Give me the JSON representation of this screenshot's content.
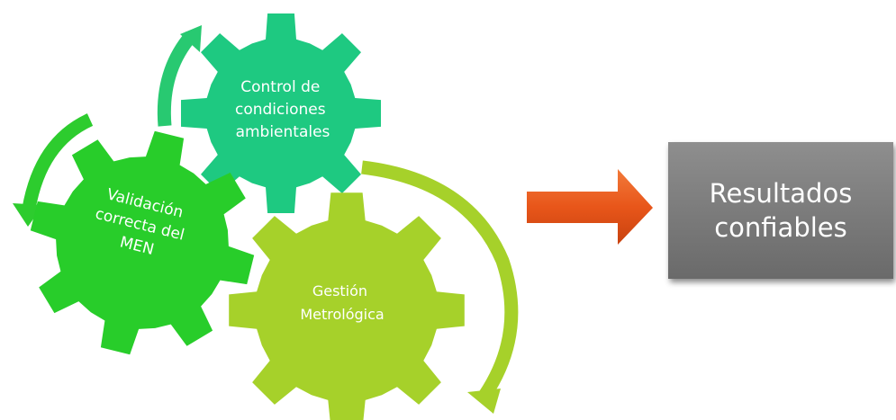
{
  "gears": [
    {
      "id": "control",
      "label_lines": [
        "Control de",
        "condiciones",
        "ambientales"
      ],
      "color": "#1ec981"
    },
    {
      "id": "validacion",
      "label_lines": [
        "Validación",
        "correcta del",
        "MEN"
      ],
      "color": "#28cd2a"
    },
    {
      "id": "gestion",
      "label_lines": [
        "Gestión",
        "Metrológica"
      ],
      "color": "#a6d12a"
    }
  ],
  "curved_arrows": [
    {
      "id": "arrow-control",
      "color": "#28c971"
    },
    {
      "id": "arrow-validacion",
      "color": "#2dcc2e"
    },
    {
      "id": "arrow-gestion",
      "color": "#a6d12a"
    }
  ],
  "connector_arrow": {
    "color": "#e8561a"
  },
  "result": {
    "label": "Resultados\nconfiables"
  }
}
